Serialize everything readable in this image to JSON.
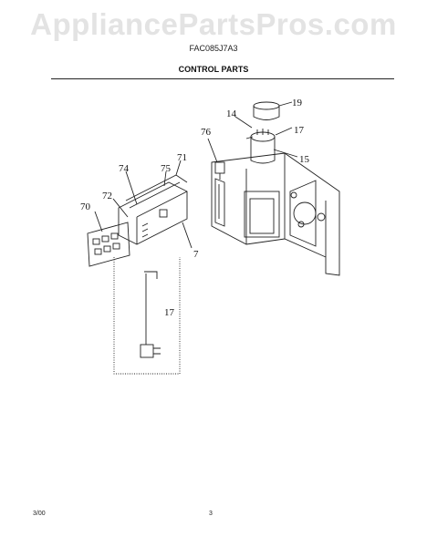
{
  "watermark": "AppliancePartsPros.com",
  "header": {
    "model": "FAC085J7A3",
    "section_title": "CONTROL PARTS"
  },
  "callouts": [
    {
      "id": "19",
      "label": "19"
    },
    {
      "id": "14",
      "label": "14"
    },
    {
      "id": "17a",
      "label": "17"
    },
    {
      "id": "76",
      "label": "76"
    },
    {
      "id": "15",
      "label": "15"
    },
    {
      "id": "74",
      "label": "74"
    },
    {
      "id": "75",
      "label": "75"
    },
    {
      "id": "71",
      "label": "71"
    },
    {
      "id": "72",
      "label": "72"
    },
    {
      "id": "70",
      "label": "70"
    },
    {
      "id": "7",
      "label": "7"
    },
    {
      "id": "17b",
      "label": "17"
    }
  ],
  "footer": {
    "date": "3/00",
    "page": "3"
  }
}
